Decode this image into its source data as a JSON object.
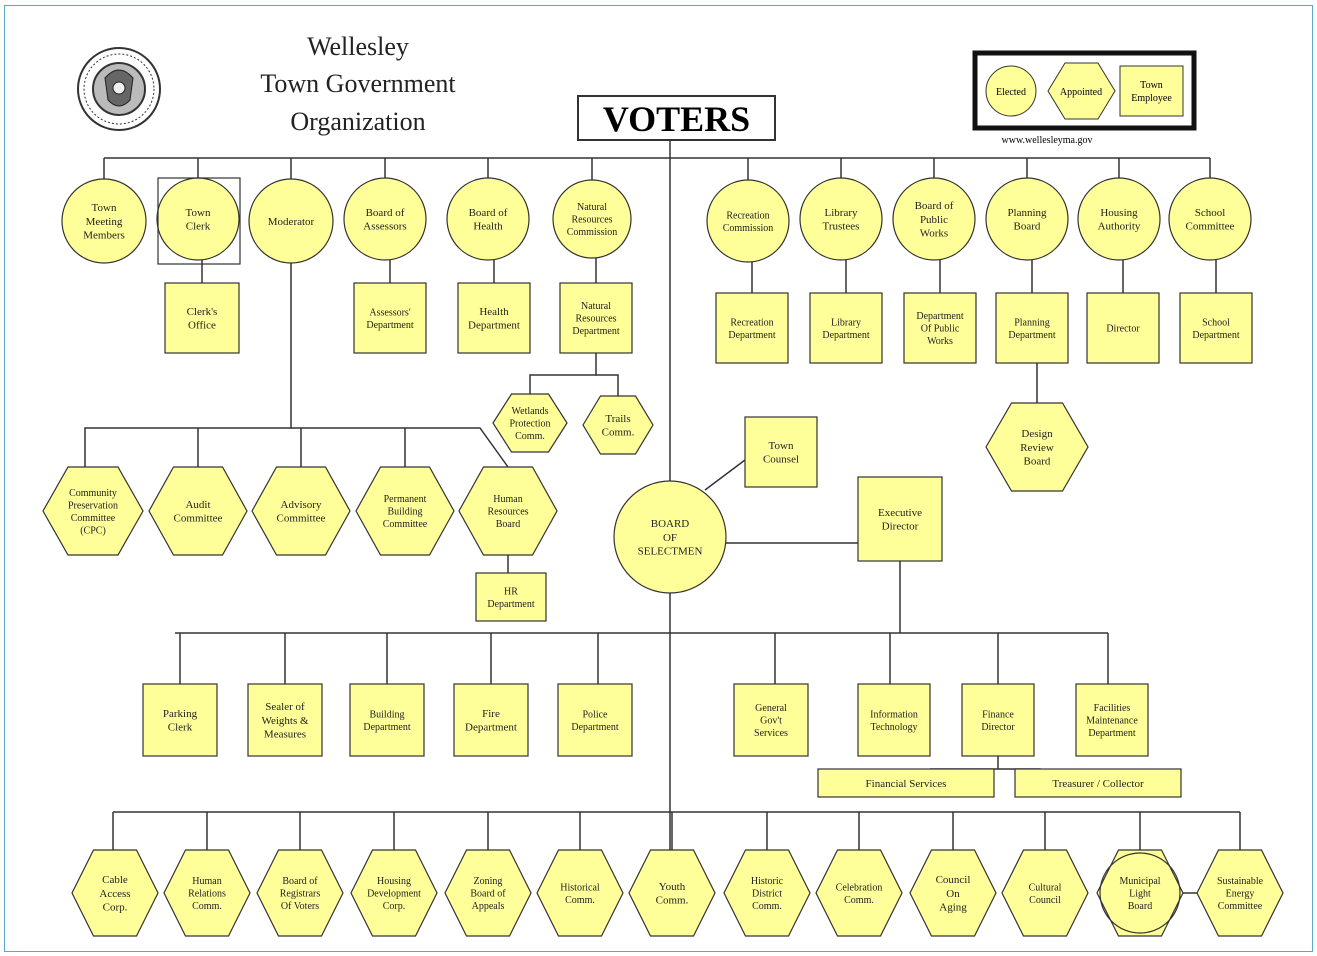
{
  "title": {
    "line1": "Wellesley",
    "line2": "Town Government",
    "line3": "Organization"
  },
  "voters_label": "VOTERS",
  "legend": {
    "elected": "Elected",
    "appointed": "Appointed",
    "employee": [
      "Town",
      "Employee"
    ],
    "url": "www.wellesleyma.gov"
  },
  "colors": {
    "fill": "#ffff99",
    "stroke": "#333333",
    "line": "#333333",
    "frame": "#5aa8c8"
  },
  "nodes": {
    "town_meeting": [
      "Town",
      "Meeting",
      "Members"
    ],
    "town_clerk": [
      "Town",
      "Clerk"
    ],
    "moderator": [
      "Moderator"
    ],
    "assessors": [
      "Board of",
      "Assessors"
    ],
    "health_board": [
      "Board of",
      "Health"
    ],
    "nrc": [
      "Natural",
      "Resources",
      "Commission"
    ],
    "recreation_comm": [
      "Recreation",
      "Commission"
    ],
    "library_trustees": [
      "Library",
      "Trustees"
    ],
    "public_works_board": [
      "Board of",
      "Public",
      "Works"
    ],
    "planning_board": [
      "Planning",
      "Board"
    ],
    "housing_authority": [
      "Housing",
      "Authority"
    ],
    "school_committee": [
      "School",
      "Committee"
    ],
    "clerks_office": [
      "Clerk's",
      "Office"
    ],
    "assessors_dept": [
      "Assessors'",
      "Department"
    ],
    "health_dept": [
      "Health",
      "Department"
    ],
    "nrd": [
      "Natural",
      "Resources",
      "Department"
    ],
    "recreation_dept": [
      "Recreation",
      "Department"
    ],
    "library_dept": [
      "Library",
      "Department"
    ],
    "dpw": [
      "Department",
      "Of Public",
      "Works"
    ],
    "planning_dept": [
      "Planning",
      "Department"
    ],
    "director": [
      "Director"
    ],
    "school_dept": [
      "School",
      "Department"
    ],
    "wetlands": [
      "Wetlands",
      "Protection",
      "Comm."
    ],
    "trails": [
      "Trails",
      "Comm."
    ],
    "design_review": [
      "Design",
      "Review",
      "Board"
    ],
    "town_counsel": [
      "Town",
      "Counsel"
    ],
    "bos": [
      "BOARD",
      "OF",
      "SELECTMEN"
    ],
    "exec_director": [
      "Executive",
      "Director"
    ],
    "cpc": [
      "Community",
      "Preservation",
      "Committee",
      "(CPC)"
    ],
    "audit": [
      "Audit",
      "Committee"
    ],
    "advisory": [
      "Advisory",
      "Committee"
    ],
    "pbc": [
      "Permanent",
      "Building",
      "Committee"
    ],
    "hrb": [
      "Human",
      "Resources",
      "Board"
    ],
    "hr_dept": [
      "HR",
      "Department"
    ],
    "parking": [
      "Parking",
      "Clerk"
    ],
    "sealer": [
      "Sealer of",
      "Weights &",
      "Measures"
    ],
    "building": [
      "Building",
      "Department"
    ],
    "fire": [
      "Fire",
      "Department"
    ],
    "police": [
      "Police",
      "Department"
    ],
    "gov_services": [
      "General",
      "Gov't",
      "Services"
    ],
    "it": [
      "Information",
      "Technology"
    ],
    "finance_dir": [
      "Finance",
      "Director"
    ],
    "fmd": [
      "Facilities",
      "Maintenance",
      "Department"
    ],
    "financial_services": [
      "Financial Services"
    ],
    "treasurer": [
      "Treasurer / Collector"
    ],
    "cable": [
      "Cable",
      "Access",
      "Corp."
    ],
    "human_relations": [
      "Human",
      "Relations",
      "Comm."
    ],
    "registrars": [
      "Board of",
      "Registrars",
      "Of Voters"
    ],
    "housing_dev": [
      "Housing",
      "Development",
      "Corp."
    ],
    "zoning": [
      "Zoning",
      "Board of",
      "Appeals"
    ],
    "historical": [
      "Historical",
      "Comm."
    ],
    "youth": [
      "Youth",
      "Comm."
    ],
    "historic_district": [
      "Historic",
      "District",
      "Comm."
    ],
    "celebrations": [
      "Celebration",
      "Comm."
    ],
    "aging": [
      "Council",
      "On",
      "Aging"
    ],
    "cultural": [
      "Cultural",
      "Council"
    ],
    "mlp": [
      "Municipal",
      "Light",
      "Board"
    ],
    "sec": [
      "Sustainable",
      "Energy",
      "Committee"
    ]
  }
}
